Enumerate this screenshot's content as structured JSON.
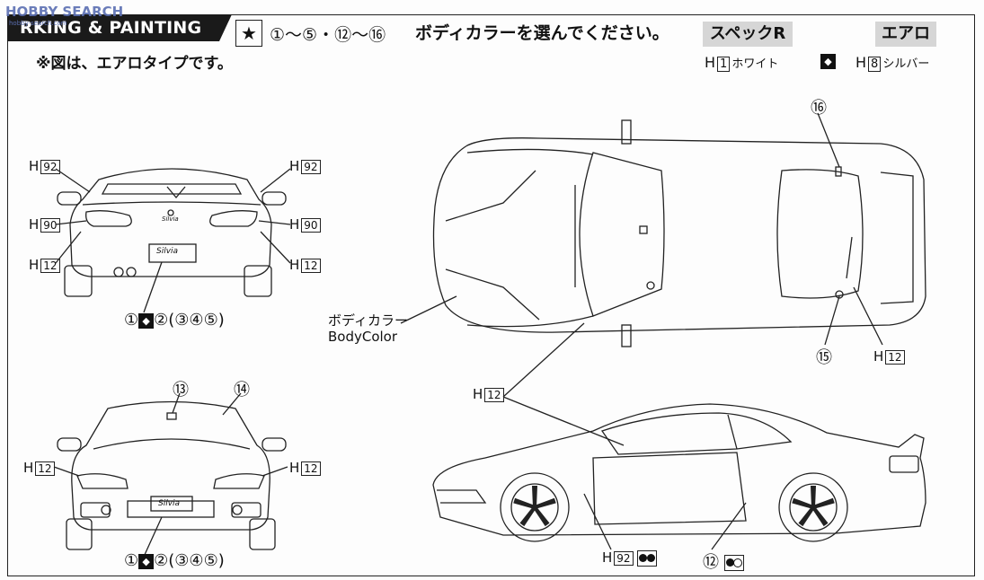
{
  "header": {
    "watermark": "HOBBY SEARCH",
    "watermark_sub": "hobby-search.com",
    "section_title": "RKING & PAINTING",
    "note": "※図は、エアロタイプです。",
    "decal_range": "①～⑤・⑫～⑯",
    "instruction": "ボディカラーを選んでください。"
  },
  "color_options": [
    {
      "title": "スペックR",
      "code_prefix": "H",
      "code": "1",
      "name": "ホワイト"
    },
    {
      "title": "エアロ",
      "code_prefix": "H",
      "code": "8",
      "name": "シルバー"
    }
  ],
  "rear_view": {
    "labels_left": [
      {
        "prefix": "H",
        "code": "92"
      },
      {
        "prefix": "H",
        "code": "90"
      },
      {
        "prefix": "H",
        "code": "12"
      }
    ],
    "labels_right": [
      {
        "prefix": "H",
        "code": "92"
      },
      {
        "prefix": "H",
        "code": "90"
      },
      {
        "prefix": "H",
        "code": "12"
      }
    ],
    "plate_text": "Silvia",
    "badge_text": "Silvia",
    "decal_caption_a": "①",
    "decal_caption_b": "②(③④⑤)"
  },
  "front_view": {
    "decal_top_left": "⑬",
    "decal_top_right": "⑭",
    "label_left": {
      "prefix": "H",
      "code": "12"
    },
    "label_right": {
      "prefix": "H",
      "code": "12"
    },
    "plate_text": "Silvia",
    "decal_caption_a": "①",
    "decal_caption_b": "②(③④⑤)"
  },
  "top_view": {
    "decal_top": "⑯",
    "decal_bottom": "⑮",
    "label_right": {
      "prefix": "H",
      "code": "12"
    },
    "body_label_jp": "ボディカラー",
    "body_label_en": "BodyColor"
  },
  "side_view": {
    "label_left": {
      "prefix": "H",
      "code": "12"
    },
    "label_bottom": {
      "prefix": "H",
      "code": "92"
    },
    "decal_bottom": "⑫"
  }
}
